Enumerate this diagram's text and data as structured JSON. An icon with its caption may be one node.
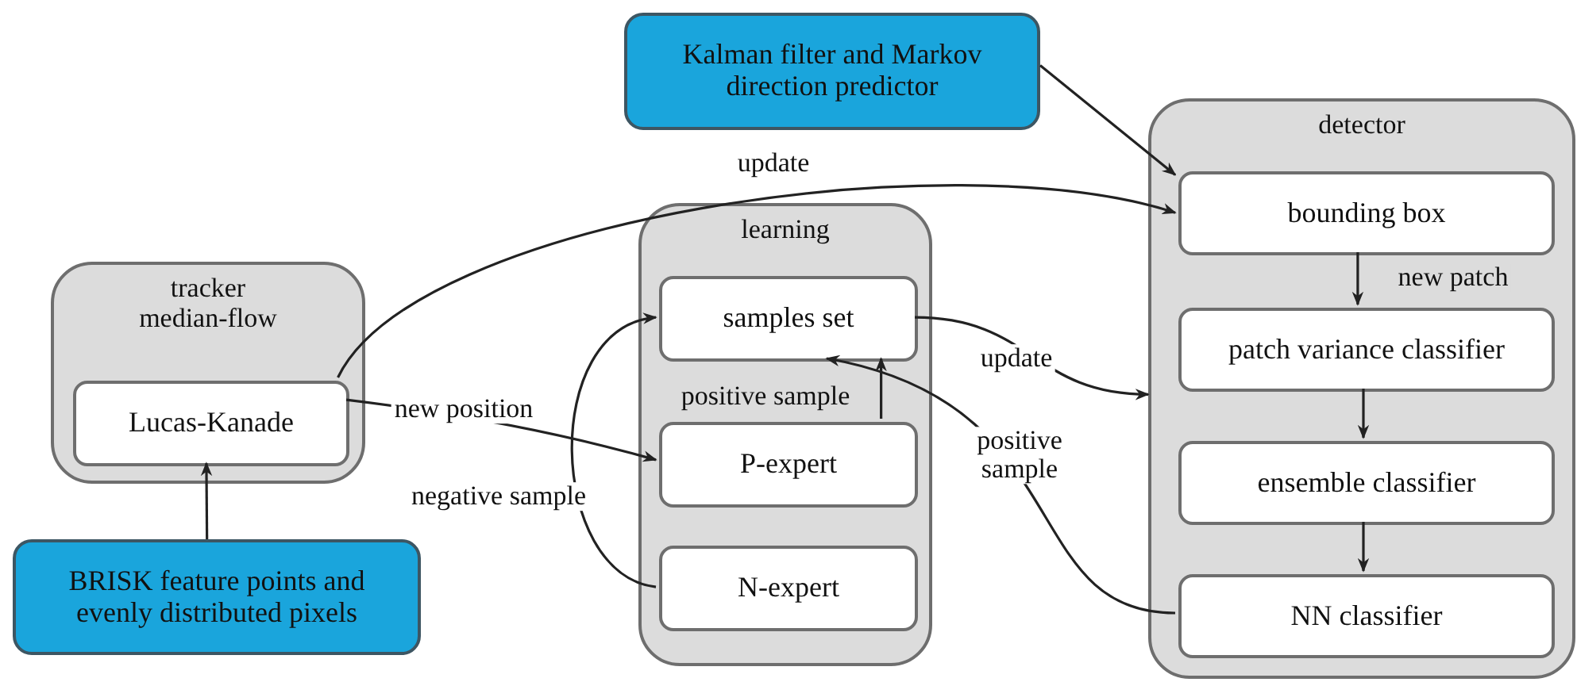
{
  "diagram": {
    "nodes": [
      {
        "text": [
          "Kalman filter and Markov direction predictor"
        ]
      },
      {
        "text": [
          "tracker median-flow"
        ]
      },
      {
        "text": [
          "Lucas-Kanade"
        ],
        "in": 1
      },
      {
        "text": [
          "BRISK feature points and evenly distributed pixels"
        ]
      },
      {
        "text": [
          "learning"
        ]
      },
      {
        "text": [
          "samples set"
        ],
        "in": 4
      },
      {
        "text": [
          "P-expert"
        ],
        "in": 4
      },
      {
        "text": [
          "N-expert"
        ],
        "in": 4
      },
      {
        "text": [
          "detector"
        ]
      },
      {
        "text": [
          "bounding box"
        ],
        "in": 8
      },
      {
        "text": [
          "patch variance classifier"
        ],
        "in": 8
      },
      {
        "text": [
          "ensemble classifier"
        ],
        "in": 8
      },
      {
        "text": [
          "NN classifier"
        ],
        "in": 8
      }
    ],
    "edges": [
      {
        "from": 0,
        "to": 9,
        "arrow": "to"
      },
      {
        "from": 2,
        "to": 9,
        "arrow": "to",
        "label": "update"
      },
      {
        "from": 2,
        "to": 6,
        "arrow": "to",
        "label": "new position"
      },
      {
        "from": 7,
        "to": 5,
        "arrow": "to",
        "label": "negative sample"
      },
      {
        "from": 6,
        "to": 5,
        "arrow": "to",
        "label": "positive sample"
      },
      {
        "from": 12,
        "to": 5,
        "arrow": "to",
        "label": "positive sample"
      },
      {
        "from": 5,
        "to": 8,
        "arrow": "to",
        "label": "update"
      },
      {
        "from": 3,
        "to": 2,
        "arrow": "to"
      },
      {
        "from": 9,
        "to": 10,
        "arrow": "to",
        "label": "new patch"
      },
      {
        "from": 10,
        "to": 11,
        "arrow": "to"
      },
      {
        "from": 11,
        "to": 12,
        "arrow": "to"
      }
    ]
  }
}
